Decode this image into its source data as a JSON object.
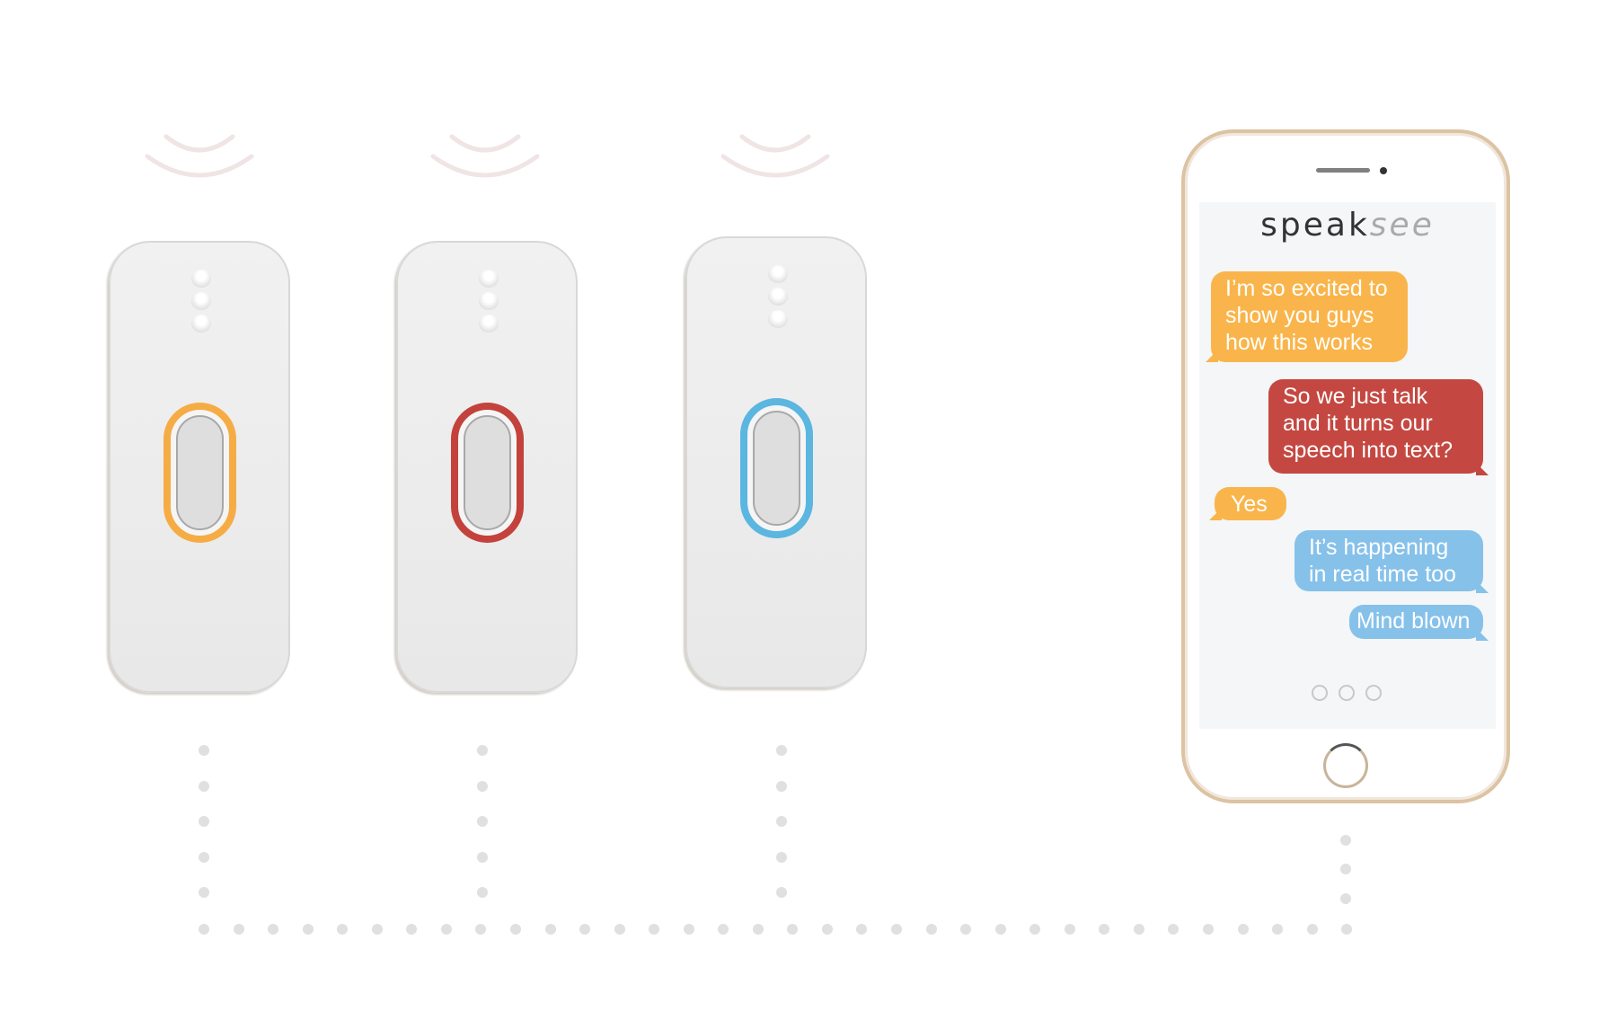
{
  "colors": {
    "orange": "#f6ac45",
    "red": "#c4423c",
    "blue": "#5bb6e0",
    "wave": "#f0e4e4",
    "bubble_orange": "#f9b54b",
    "bubble_red": "#c44841",
    "bubble_blue": "#86c1ea"
  },
  "devices": [
    {
      "name": "orange-device",
      "color": "orange"
    },
    {
      "name": "red-device",
      "color": "red"
    },
    {
      "name": "blue-device",
      "color": "blue"
    }
  ],
  "app": {
    "logo_part1": "speak",
    "logo_part2": "see",
    "messages": [
      {
        "text": "I’m so excited to show you guys how this works",
        "color": "bubble_orange",
        "side": "left"
      },
      {
        "text": "So we just talk and it turns our speech into text?",
        "color": "bubble_red",
        "side": "right"
      },
      {
        "text": "Yes",
        "color": "bubble_orange",
        "side": "left"
      },
      {
        "text": "It’s happening in real time too",
        "color": "bubble_blue",
        "side": "right"
      },
      {
        "text": "Mind blown",
        "color": "bubble_blue",
        "side": "right"
      }
    ]
  }
}
